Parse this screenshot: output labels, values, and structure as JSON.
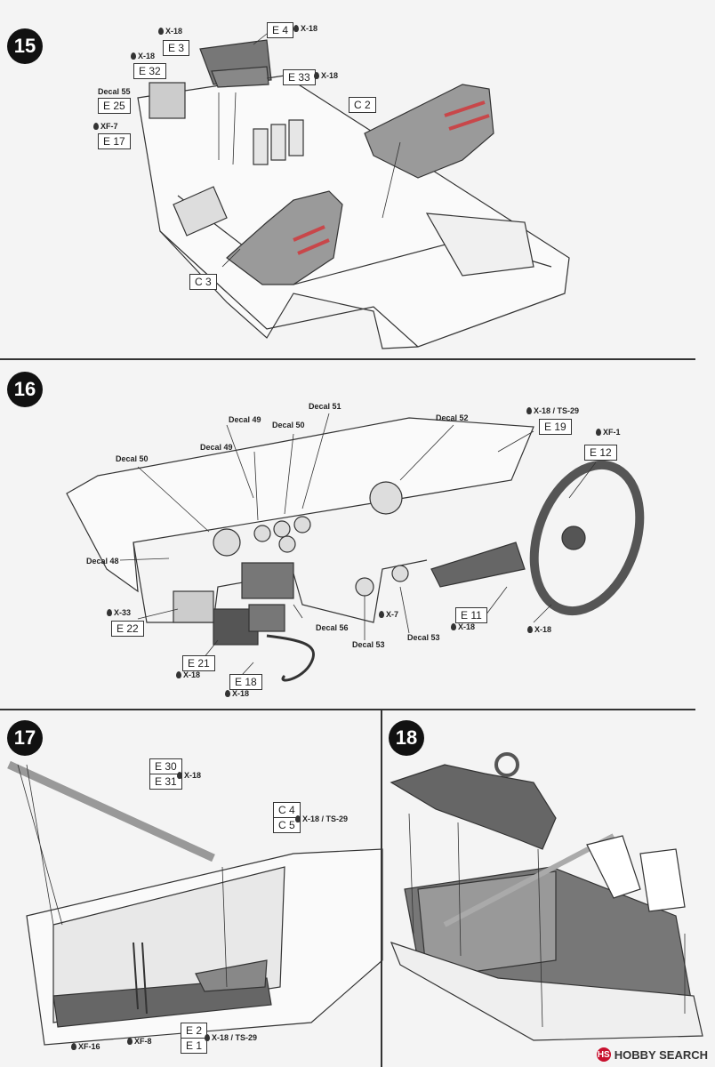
{
  "steps": [
    {
      "number": "15",
      "parts": {
        "e4": "E 4",
        "e3": "E 3",
        "e33": "E 33",
        "e32": "E 32",
        "e25": "E 25",
        "e17": "E 17",
        "c2": "C 2",
        "c3": "C 3"
      },
      "paints": {
        "p1": "X-18",
        "p2": "X-18",
        "p3": "X-18",
        "p4": "X-18",
        "p5": "XF-7"
      },
      "decals": {
        "d55": "Decal 55"
      }
    },
    {
      "number": "16",
      "parts": {
        "e19": "E 19",
        "e12": "E 12",
        "e22": "E 22",
        "e21": "E 21",
        "e18": "E 18",
        "e11": "E 11"
      },
      "paints": {
        "p1": "X-18 / TS-29",
        "p2": "XF-1",
        "p3": "X-33",
        "p4": "X-18",
        "p5": "X-18",
        "p6": "X-7",
        "p7": "X-18",
        "p8": "X-18"
      },
      "decals": {
        "d51": "Decal 51",
        "d49a": "Decal 49",
        "d50a": "Decal 50",
        "d52": "Decal 52",
        "d49b": "Decal 49",
        "d50b": "Decal 50",
        "d48": "Decal 48",
        "d56": "Decal 56",
        "d53a": "Decal 53",
        "d53b": "Decal 53"
      }
    },
    {
      "number": "17",
      "parts": {
        "e30": "E 30",
        "e31": "E 31",
        "c4": "C 4",
        "c5": "C 5",
        "e2": "E 2",
        "e1": "E 1"
      },
      "paints": {
        "p1": "X-18",
        "p2": "X-18 / TS-29",
        "p3": "XF-16",
        "p4": "XF-8",
        "p5": "X-18 / TS-29"
      }
    },
    {
      "number": "18"
    }
  ],
  "watermark": {
    "text": "HOBBY SEARCH",
    "logo": "HS"
  },
  "colors": {
    "belt": "#c8474a",
    "line": "#333333",
    "gray": "#8a8a8a"
  }
}
